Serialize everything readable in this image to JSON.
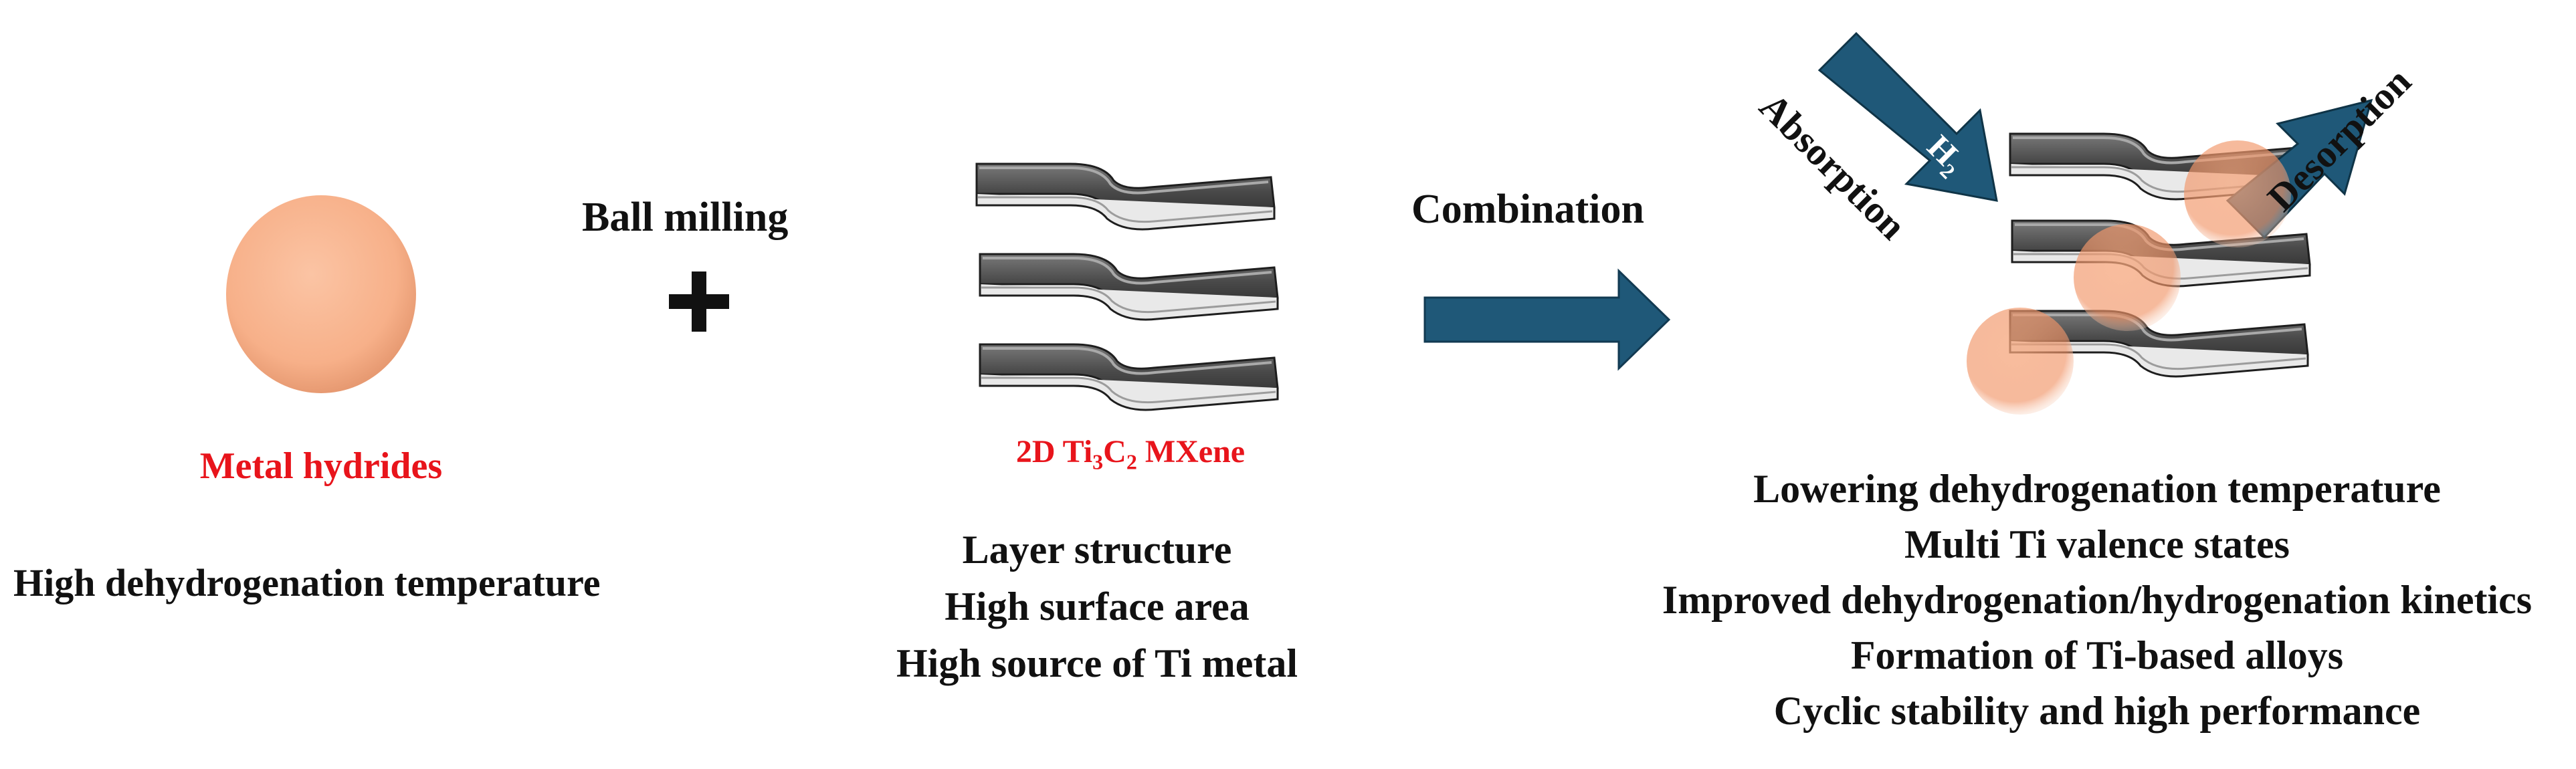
{
  "metal_hydride": {
    "name": "Metal hydrides",
    "property": "High dehydrogenation temperature",
    "color": "#f9b690"
  },
  "process": {
    "label": "Ball milling",
    "plus_symbol": "✚"
  },
  "mxene": {
    "name_prefix": "2D Ti",
    "name_sub1": "3",
    "name_mid": "C",
    "name_sub2": "2",
    "name_suffix": " MXene",
    "properties": [
      "Layer structure",
      "High surface area",
      "High source of Ti metal"
    ],
    "layer_color": "#555555"
  },
  "combination": {
    "label": "Combination",
    "arrow_color": "#1f5878"
  },
  "composite": {
    "absorption_label": "Absorption",
    "desorption_label": "Desorption",
    "gas_main": "H",
    "gas_sub": "2",
    "benefits": [
      "Lowering dehydrogenation temperature",
      "Multi Ti valence states",
      "Improved dehydrogenation/hydrogenation kinetics",
      "Formation of Ti-based alloys",
      "Cyclic stability and high performance"
    ]
  }
}
